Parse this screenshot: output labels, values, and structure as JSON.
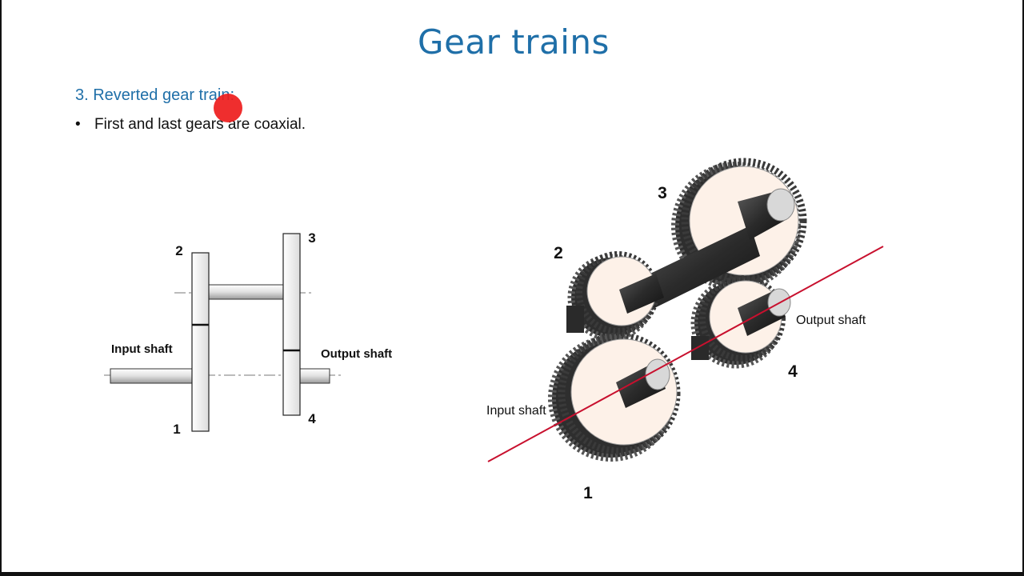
{
  "slide": {
    "title": "Gear trains",
    "heading": "3. Reverted gear train:",
    "bullet": "First and last gears are coaxial."
  },
  "left_diagram": {
    "gear_labels": [
      "1",
      "2",
      "3",
      "4"
    ],
    "input_label": "Input shaft",
    "output_label": "Output shaft"
  },
  "right_diagram": {
    "gear_labels": [
      "1",
      "2",
      "3",
      "4"
    ],
    "input_label": "Input shaft",
    "output_label": "Output shaft",
    "axis_color": "#c8102e",
    "gear_face_color": "#fdf1e8",
    "tooth_color": "#3a3a3a"
  },
  "colors": {
    "accent": "#1f6fa8",
    "laser": "#ee1c1c"
  }
}
